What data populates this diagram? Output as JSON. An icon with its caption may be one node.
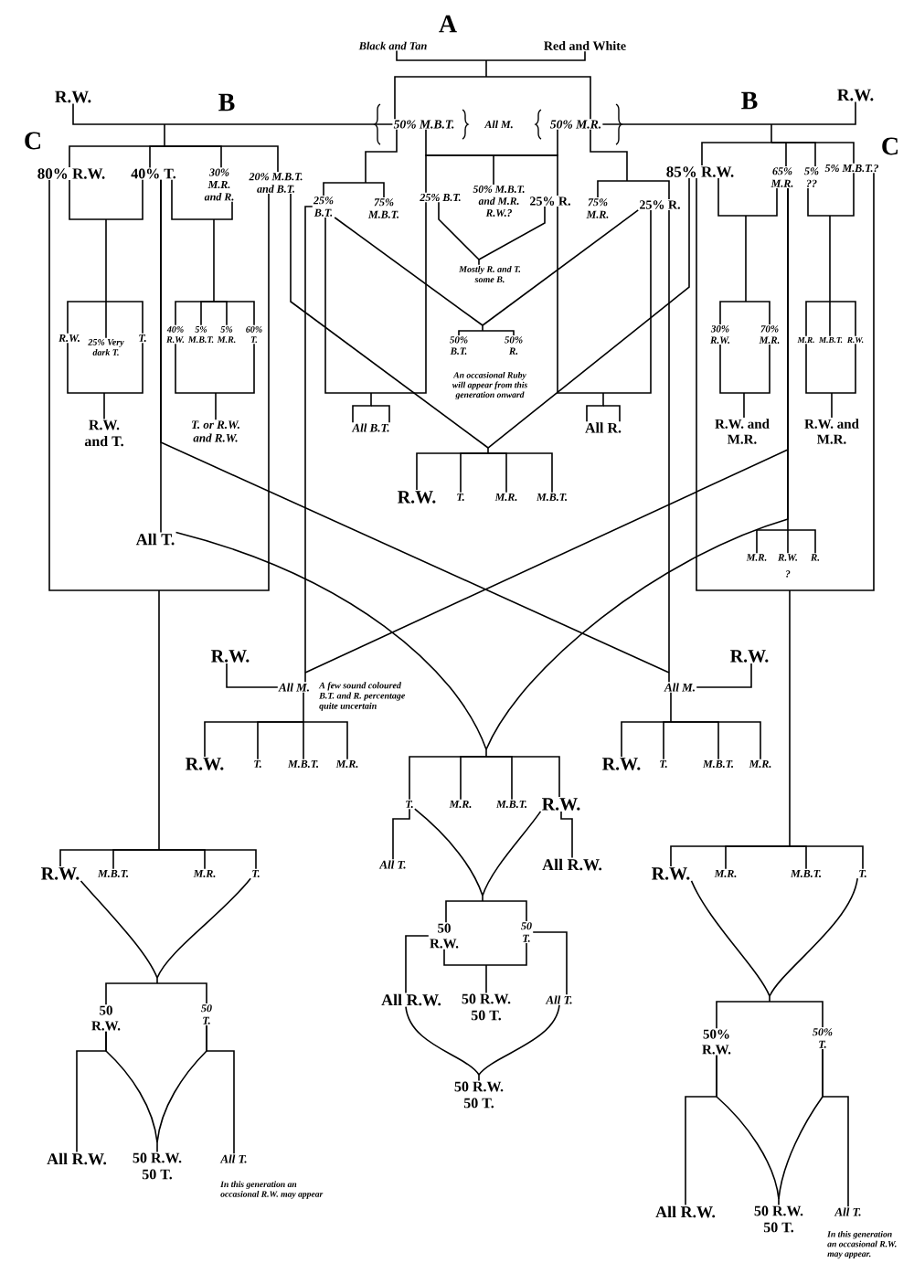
{
  "diagram": {
    "nodes": [
      {
        "text": [
          "Black and Tan"
        ]
      },
      {
        "text": [
          "Red and White"
        ]
      },
      {
        "text": [
          "R.W."
        ]
      },
      {
        "text": [
          "R.W."
        ]
      },
      {
        "text": [
          "50% M.B.T."
        ]
      },
      {
        "text": [
          "50% M.R."
        ]
      },
      {
        "text": [
          "80% R.W."
        ]
      },
      {
        "text": [
          "40% T."
        ]
      },
      {
        "text": [
          "30% M.R. and R."
        ]
      },
      {
        "text": [
          "20% M.B.T. and B.T."
        ]
      },
      {
        "text": [
          "85% R.W."
        ]
      },
      {
        "text": [
          "65% M.R."
        ]
      },
      {
        "text": [
          "5% ??"
        ]
      },
      {
        "text": [
          "5% M.B.T.?"
        ]
      },
      {
        "text": [
          "25% B.T."
        ]
      },
      {
        "text": [
          "75% M.B.T."
        ]
      },
      {
        "text": [
          "25% B.T."
        ]
      },
      {
        "text": [
          "50% M.B.T. and M.R. R.W.?"
        ]
      },
      {
        "text": [
          "25% R."
        ]
      },
      {
        "text": [
          "75% M.R."
        ]
      },
      {
        "text": [
          "25% R."
        ]
      },
      {
        "text": [
          "Mostly R. and T. some B."
        ]
      },
      {
        "text": [
          "R.W."
        ]
      },
      {
        "text": [
          "25% Very dark T."
        ]
      },
      {
        "text": [
          "T."
        ]
      },
      {
        "text": [
          "40% R.W."
        ]
      },
      {
        "text": [
          "5% M.B.T."
        ]
      },
      {
        "text": [
          "5% M.R."
        ]
      },
      {
        "text": [
          "60% T."
        ]
      },
      {
        "text": [
          "50% B.T."
        ]
      },
      {
        "text": [
          "50% R."
        ]
      },
      {
        "text": [
          "30% R.W."
        ]
      },
      {
        "text": [
          "70% M.R."
        ]
      },
      {
        "text": [
          "M.R."
        ]
      },
      {
        "text": [
          "M.B.T."
        ]
      },
      {
        "text": [
          "R.W."
        ]
      },
      {
        "text": [
          "R.W. and T."
        ]
      },
      {
        "text": [
          "T. or R.W. and R.W."
        ]
      },
      {
        "text": [
          "All B.T."
        ]
      },
      {
        "text": [
          "All R."
        ]
      },
      {
        "text": [
          "R.W. and M.R."
        ]
      },
      {
        "text": [
          "R.W. and M.R."
        ]
      },
      {
        "text": [
          "R.W."
        ]
      },
      {
        "text": [
          "T."
        ]
      },
      {
        "text": [
          "M.R."
        ]
      },
      {
        "text": [
          "M.B.T."
        ]
      },
      {
        "text": [
          "All T."
        ]
      },
      {
        "text": [
          "M.R."
        ]
      },
      {
        "text": [
          "R.W."
        ]
      },
      {
        "text": [
          "R."
        ]
      },
      {
        "text": [
          "R.W."
        ]
      },
      {
        "text": [
          "R.W."
        ]
      },
      {
        "text": [
          "All M."
        ],
        "beside": [
          "A few sound coloured B.T. and R. percentage quite uncertain"
        ]
      },
      {
        "text": [
          "All M."
        ]
      },
      {
        "text": [
          "R.W."
        ]
      },
      {
        "text": [
          "T."
        ]
      },
      {
        "text": [
          "M.B.T."
        ]
      },
      {
        "text": [
          "M.R."
        ]
      },
      {
        "text": [
          "R.W."
        ]
      },
      {
        "text": [
          "T."
        ]
      },
      {
        "text": [
          "M.B.T."
        ]
      },
      {
        "text": [
          "M.R."
        ]
      },
      {
        "text": [
          "T."
        ]
      },
      {
        "text": [
          "M.R."
        ]
      },
      {
        "text": [
          "M.B.T."
        ]
      },
      {
        "text": [
          "R.W."
        ]
      },
      {
        "text": [
          "All T."
        ]
      },
      {
        "text": [
          "All R.W."
        ]
      },
      {
        "text": [
          "R.W."
        ]
      },
      {
        "text": [
          "M.B.T."
        ]
      },
      {
        "text": [
          "M.R."
        ]
      },
      {
        "text": [
          "T."
        ]
      },
      {
        "text": [
          "R.W."
        ]
      },
      {
        "text": [
          "M.R."
        ]
      },
      {
        "text": [
          "M.B.T."
        ]
      },
      {
        "text": [
          "T."
        ]
      },
      {
        "text": [
          "50 R.W."
        ]
      },
      {
        "text": [
          "50 T."
        ]
      },
      {
        "text": [
          "All R.W."
        ]
      },
      {
        "text": [
          "50 R.W. 50 T."
        ]
      },
      {
        "text": [
          "All T."
        ]
      },
      {
        "text": [
          "50 R.W."
        ]
      },
      {
        "text": [
          "50 T."
        ]
      },
      {
        "text": [
          "50% R.W."
        ]
      },
      {
        "text": [
          "50% T."
        ]
      },
      {
        "text": [
          "50 R.W. 50 T."
        ]
      },
      {
        "text": [
          "All R.W."
        ]
      },
      {
        "text": [
          "50 R.W. 50 T."
        ]
      },
      {
        "text": [
          "All T."
        ]
      },
      {
        "text": [
          "All R.W."
        ]
      },
      {
        "text": [
          "50 R.W. 50 T."
        ]
      },
      {
        "text": [
          "All T."
        ]
      }
    ],
    "edges": [
      {
        "from": 0,
        "to": 4,
        "arrow": "none"
      },
      {
        "from": 0,
        "to": 5,
        "arrow": "none"
      },
      {
        "from": 1,
        "to": 4,
        "arrow": "none"
      },
      {
        "from": 1,
        "to": 5,
        "arrow": "none"
      },
      {
        "from": 2,
        "to": 6,
        "arrow": "none"
      },
      {
        "from": 2,
        "to": 7,
        "arrow": "none"
      },
      {
        "from": 2,
        "to": 8,
        "arrow": "none"
      },
      {
        "from": 2,
        "to": 9,
        "arrow": "none"
      },
      {
        "from": 4,
        "to": 6,
        "arrow": "none"
      },
      {
        "from": 4,
        "to": 7,
        "arrow": "none"
      },
      {
        "from": 4,
        "to": 8,
        "arrow": "none"
      },
      {
        "from": 4,
        "to": 9,
        "arrow": "none"
      },
      {
        "from": 3,
        "to": 10,
        "arrow": "none"
      },
      {
        "from": 3,
        "to": 11,
        "arrow": "none"
      },
      {
        "from": 3,
        "to": 12,
        "arrow": "none"
      },
      {
        "from": 3,
        "to": 13,
        "arrow": "none"
      },
      {
        "from": 5,
        "to": 10,
        "arrow": "none"
      },
      {
        "from": 5,
        "to": 11,
        "arrow": "none"
      },
      {
        "from": 5,
        "to": 12,
        "arrow": "none"
      },
      {
        "from": 5,
        "to": 13,
        "arrow": "none"
      },
      {
        "from": 4,
        "to": 14,
        "arrow": "none"
      },
      {
        "from": 4,
        "to": 15,
        "arrow": "none"
      },
      {
        "from": 4,
        "to": 16,
        "arrow": "none"
      },
      {
        "from": 4,
        "to": 17,
        "arrow": "none"
      },
      {
        "from": 4,
        "to": 18,
        "arrow": "none"
      },
      {
        "from": 5,
        "to": 16,
        "arrow": "none"
      },
      {
        "from": 5,
        "to": 17,
        "arrow": "none"
      },
      {
        "from": 5,
        "to": 18,
        "arrow": "none"
      },
      {
        "from": 5,
        "to": 19,
        "arrow": "none"
      },
      {
        "from": 5,
        "to": 20,
        "arrow": "none"
      },
      {
        "from": 16,
        "to": 21,
        "arrow": "none"
      },
      {
        "from": 18,
        "to": 21,
        "arrow": "none"
      },
      {
        "from": 14,
        "to": 38,
        "arrow": "none"
      },
      {
        "from": 16,
        "to": 38,
        "arrow": "none"
      },
      {
        "from": 18,
        "to": 39,
        "arrow": "none"
      },
      {
        "from": 20,
        "to": 39,
        "arrow": "none"
      },
      {
        "from": 14,
        "to": 29,
        "arrow": "none"
      },
      {
        "from": 14,
        "to": 30,
        "arrow": "none"
      },
      {
        "from": 20,
        "to": 29,
        "arrow": "none"
      },
      {
        "from": 20,
        "to": 30,
        "arrow": "none"
      },
      {
        "from": 9,
        "to": 42,
        "arrow": "none"
      },
      {
        "from": 9,
        "to": 43,
        "arrow": "none"
      },
      {
        "from": 9,
        "to": 44,
        "arrow": "none"
      },
      {
        "from": 9,
        "to": 45,
        "arrow": "none"
      },
      {
        "from": 10,
        "to": 42,
        "arrow": "none"
      },
      {
        "from": 10,
        "to": 43,
        "arrow": "none"
      },
      {
        "from": 10,
        "to": 44,
        "arrow": "none"
      },
      {
        "from": 10,
        "to": 45,
        "arrow": "none"
      },
      {
        "from": 14,
        "to": 52,
        "arrow": "none"
      },
      {
        "from": 11,
        "to": 52,
        "arrow": "none"
      },
      {
        "from": 20,
        "to": 53,
        "arrow": "none"
      },
      {
        "from": 7,
        "to": 53,
        "arrow": "none"
      },
      {
        "from": 6,
        "to": 22,
        "arrow": "none"
      },
      {
        "from": 6,
        "to": 23,
        "arrow": "none"
      },
      {
        "from": 6,
        "to": 24,
        "arrow": "none"
      },
      {
        "from": 7,
        "to": 22,
        "arrow": "none"
      },
      {
        "from": 7,
        "to": 23,
        "arrow": "none"
      },
      {
        "from": 7,
        "to": 24,
        "arrow": "none"
      },
      {
        "from": 22,
        "to": 36,
        "arrow": "none"
      },
      {
        "from": 24,
        "to": 36,
        "arrow": "none"
      },
      {
        "from": 7,
        "to": 25,
        "arrow": "none"
      },
      {
        "from": 7,
        "to": 26,
        "arrow": "none"
      },
      {
        "from": 7,
        "to": 27,
        "arrow": "none"
      },
      {
        "from": 7,
        "to": 28,
        "arrow": "none"
      },
      {
        "from": 8,
        "to": 25,
        "arrow": "none"
      },
      {
        "from": 8,
        "to": 26,
        "arrow": "none"
      },
      {
        "from": 8,
        "to": 27,
        "arrow": "none"
      },
      {
        "from": 8,
        "to": 28,
        "arrow": "none"
      },
      {
        "from": 25,
        "to": 37,
        "arrow": "none"
      },
      {
        "from": 28,
        "to": 37,
        "arrow": "none"
      },
      {
        "from": 6,
        "to": 68,
        "arrow": "none"
      },
      {
        "from": 6,
        "to": 69,
        "arrow": "none"
      },
      {
        "from": 6,
        "to": 70,
        "arrow": "none"
      },
      {
        "from": 6,
        "to": 71,
        "arrow": "none"
      },
      {
        "from": 9,
        "to": 68,
        "arrow": "none"
      },
      {
        "from": 9,
        "to": 69,
        "arrow": "none"
      },
      {
        "from": 9,
        "to": 70,
        "arrow": "none"
      },
      {
        "from": 9,
        "to": 71,
        "arrow": "none"
      },
      {
        "from": 10,
        "to": 31,
        "arrow": "none"
      },
      {
        "from": 10,
        "to": 32,
        "arrow": "none"
      },
      {
        "from": 11,
        "to": 31,
        "arrow": "none"
      },
      {
        "from": 11,
        "to": 32,
        "arrow": "none"
      },
      {
        "from": 31,
        "to": 40,
        "arrow": "none"
      },
      {
        "from": 32,
        "to": 40,
        "arrow": "none"
      },
      {
        "from": 12,
        "to": 33,
        "arrow": "none"
      },
      {
        "from": 12,
        "to": 34,
        "arrow": "none"
      },
      {
        "from": 12,
        "to": 35,
        "arrow": "none"
      },
      {
        "from": 13,
        "to": 33,
        "arrow": "none"
      },
      {
        "from": 13,
        "to": 34,
        "arrow": "none"
      },
      {
        "from": 13,
        "to": 35,
        "arrow": "none"
      },
      {
        "from": 33,
        "to": 41,
        "arrow": "none"
      },
      {
        "from": 35,
        "to": 41,
        "arrow": "none"
      },
      {
        "from": 10,
        "to": 72,
        "arrow": "none"
      },
      {
        "from": 10,
        "to": 73,
        "arrow": "none"
      },
      {
        "from": 10,
        "to": 74,
        "arrow": "none"
      },
      {
        "from": 10,
        "to": 75,
        "arrow": "none"
      },
      {
        "from": 13,
        "to": 72,
        "arrow": "none"
      },
      {
        "from": 13,
        "to": 73,
        "arrow": "none"
      },
      {
        "from": 13,
        "to": 74,
        "arrow": "none"
      },
      {
        "from": 13,
        "to": 75,
        "arrow": "none"
      },
      {
        "from": 11,
        "to": 47,
        "arrow": "none"
      },
      {
        "from": 11,
        "to": 48,
        "arrow": "none"
      },
      {
        "from": 11,
        "to": 49,
        "arrow": "none"
      },
      {
        "from": 7,
        "to": 46,
        "arrow": "none"
      },
      {
        "from": 46,
        "to": 62,
        "arrow": "none"
      },
      {
        "from": 46,
        "to": 63,
        "arrow": "none"
      },
      {
        "from": 46,
        "to": 64,
        "arrow": "none"
      },
      {
        "from": 46,
        "to": 65,
        "arrow": "none"
      },
      {
        "from": 11,
        "to": 62,
        "arrow": "none"
      },
      {
        "from": 11,
        "to": 63,
        "arrow": "none"
      },
      {
        "from": 11,
        "to": 64,
        "arrow": "none"
      },
      {
        "from": 11,
        "to": 65,
        "arrow": "none"
      },
      {
        "from": 50,
        "to": 52,
        "arrow": "none"
      },
      {
        "from": 52,
        "to": 54,
        "arrow": "none"
      },
      {
        "from": 52,
        "to": 55,
        "arrow": "none"
      },
      {
        "from": 52,
        "to": 56,
        "arrow": "none"
      },
      {
        "from": 52,
        "to": 57,
        "arrow": "none"
      },
      {
        "from": 51,
        "to": 53,
        "arrow": "none"
      },
      {
        "from": 53,
        "to": 58,
        "arrow": "none"
      },
      {
        "from": 53,
        "to": 59,
        "arrow": "none"
      },
      {
        "from": 53,
        "to": 60,
        "arrow": "none"
      },
      {
        "from": 53,
        "to": 61,
        "arrow": "none"
      },
      {
        "from": 62,
        "to": 66,
        "arrow": "none"
      },
      {
        "from": 65,
        "to": 67,
        "arrow": "none"
      },
      {
        "from": 62,
        "to": 76,
        "arrow": "none"
      },
      {
        "from": 62,
        "to": 77,
        "arrow": "none"
      },
      {
        "from": 65,
        "to": 76,
        "arrow": "none"
      },
      {
        "from": 65,
        "to": 77,
        "arrow": "none"
      },
      {
        "from": 68,
        "to": 81,
        "arrow": "none"
      },
      {
        "from": 68,
        "to": 82,
        "arrow": "none"
      },
      {
        "from": 71,
        "to": 81,
        "arrow": "none"
      },
      {
        "from": 71,
        "to": 82,
        "arrow": "none"
      },
      {
        "from": 81,
        "to": 86,
        "arrow": "none"
      },
      {
        "from": 82,
        "to": 88,
        "arrow": "none"
      },
      {
        "from": 81,
        "to": 87,
        "arrow": "none"
      },
      {
        "from": 82,
        "to": 87,
        "arrow": "none"
      },
      {
        "from": 76,
        "to": 78,
        "arrow": "none"
      },
      {
        "from": 77,
        "to": 80,
        "arrow": "none"
      },
      {
        "from": 76,
        "to": 79,
        "arrow": "none"
      },
      {
        "from": 77,
        "to": 79,
        "arrow": "none"
      },
      {
        "from": 78,
        "to": 85,
        "arrow": "none"
      },
      {
        "from": 80,
        "to": 85,
        "arrow": "none"
      },
      {
        "from": 72,
        "to": 83,
        "arrow": "none"
      },
      {
        "from": 72,
        "to": 84,
        "arrow": "none"
      },
      {
        "from": 75,
        "to": 83,
        "arrow": "none"
      },
      {
        "from": 75,
        "to": 84,
        "arrow": "none"
      },
      {
        "from": 83,
        "to": 89,
        "arrow": "none"
      },
      {
        "from": 84,
        "to": 91,
        "arrow": "none"
      },
      {
        "from": 83,
        "to": 90,
        "arrow": "none"
      },
      {
        "from": 84,
        "to": 90,
        "arrow": "none"
      }
    ],
    "labels": [
      "A",
      "B",
      "B",
      "All M.",
      "C",
      "C",
      "An occasional Ruby will appear from this generation onward",
      "?",
      "In this generation an occasional R.W. may appear",
      "In this generation an occasional R.W. may appear."
    ]
  }
}
